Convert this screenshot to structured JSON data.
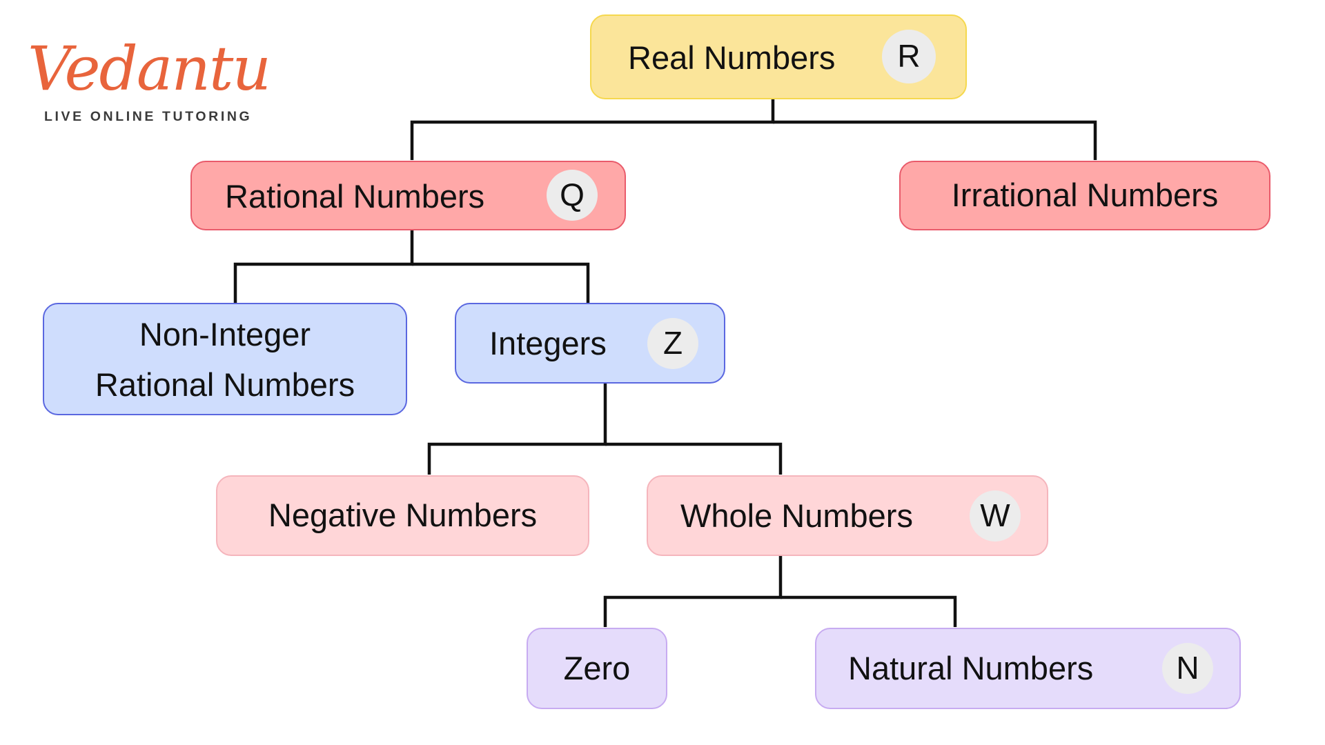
{
  "logo": {
    "wordmark": "Vedantu",
    "tagline": "LIVE ONLINE TUTORING",
    "color": "#e8643c"
  },
  "nodes": {
    "real": {
      "label": "Real Numbers",
      "symbol": "R",
      "color": "#fbe59a"
    },
    "rational": {
      "label": "Rational Numbers",
      "symbol": "Q",
      "color": "#ffa8a8"
    },
    "irrational": {
      "label": "Irrational Numbers",
      "color": "#ffa8a8"
    },
    "non_integer": {
      "label_line1": "Non-Integer",
      "label_line2": "Rational Numbers",
      "color": "#cfddfd"
    },
    "integers": {
      "label": "Integers",
      "symbol": "Z",
      "color": "#cfddfd"
    },
    "negative": {
      "label": "Negative Numbers",
      "color": "#ffd6d8"
    },
    "whole": {
      "label": "Whole Numbers",
      "symbol": "W",
      "color": "#ffd6d8"
    },
    "zero": {
      "label": "Zero",
      "color": "#e5dcfb"
    },
    "natural": {
      "label": "Natural Numbers",
      "symbol": "N",
      "color": "#e5dcfb"
    }
  },
  "edges": [
    [
      "real",
      "rational"
    ],
    [
      "real",
      "irrational"
    ],
    [
      "rational",
      "non_integer"
    ],
    [
      "rational",
      "integers"
    ],
    [
      "integers",
      "negative"
    ],
    [
      "integers",
      "whole"
    ],
    [
      "whole",
      "zero"
    ],
    [
      "whole",
      "natural"
    ]
  ]
}
